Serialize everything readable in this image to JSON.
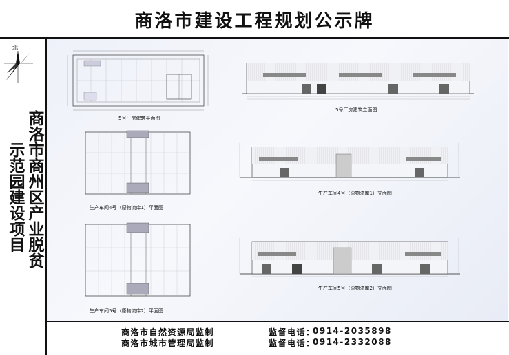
{
  "board": {
    "title": "商洛市建设工程规划公示牌",
    "project_col1": "商洛市商州区产业脱贫",
    "project_col2": "示范园建设项目",
    "compass_label": "北"
  },
  "drawings": {
    "plan_5": "5号厂房建筑平面图",
    "elev_5": "5号厂房建筑立面图",
    "plan_w4": "生产车间4号（原物流库1）平面图",
    "elev_w4": "生产车间4号（原物流库1）立面图",
    "plan_w5": "生产车间5号（原物流库2）平面图",
    "elev_w5": "生产车间5号（原物流库2）立面图"
  },
  "footer": {
    "dept1": "商洛市自然资源局监制",
    "phone1_label": "监督电话：",
    "phone1": "0914-2035898",
    "dept2": "商洛市城市管理局监制",
    "phone2_label": "监督电话：",
    "phone2": "0914-2332088"
  }
}
